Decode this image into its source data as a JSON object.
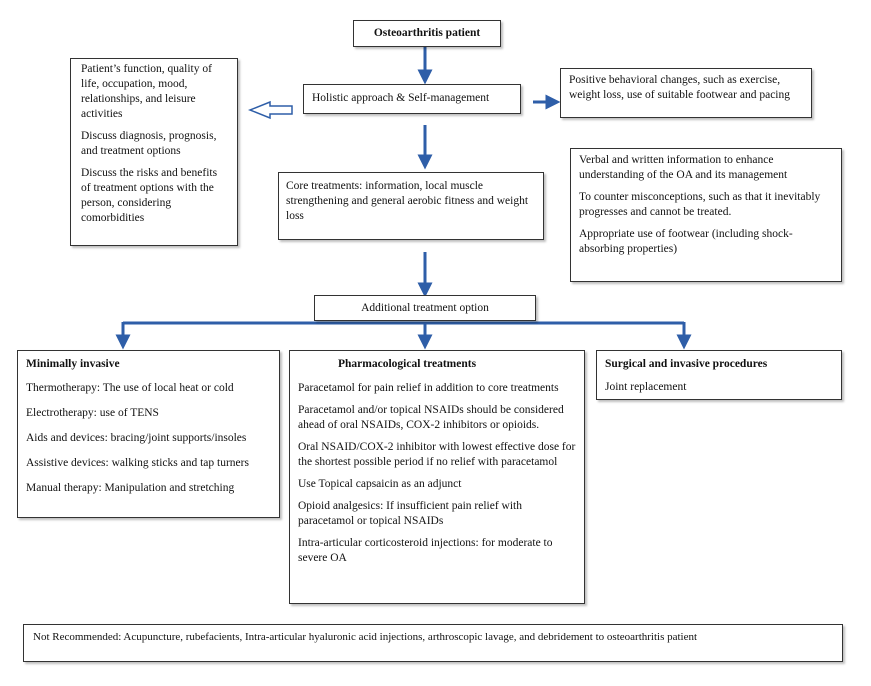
{
  "root": "Osteoarthritis patient",
  "holistic": "Holistic approach & Self-management",
  "left_box": [
    "Patient’s function, quality of life, occupation, mood, relationships, and leisure activities",
    "Discuss diagnosis, prognosis, and treatment options",
    "Discuss the risks and benefits of treatment options with the person, considering comorbidities"
  ],
  "right_top": "Positive behavioral changes, such as exercise, weight loss, use of suitable footwear and pacing",
  "core": "Core treatments: information, local muscle strengthening and general aerobic fitness and weight loss",
  "right_info": [
    "Verbal and written information to enhance understanding of the OA and its management",
    "To counter misconceptions, such as that it inevitably progresses and cannot be treated.",
    "Appropriate use of footwear (including shock-absorbing properties)"
  ],
  "additional": "Additional treatment option",
  "minimal": {
    "title": "Minimally invasive",
    "items": [
      "Thermotherapy:  The use of local heat or cold",
      "Electrotherapy: use of TENS",
      "Aids and devices: bracing/joint supports/insoles",
      "Assistive devices: walking sticks and tap turners",
      "Manual therapy: Manipulation and stretching"
    ]
  },
  "pharma": {
    "title": "Pharmacological treatments",
    "items": [
      "Paracetamol for pain relief in addition to core treatments",
      "Paracetamol and/or topical NSAIDs should be considered ahead of oral NSAIDs, COX-2 inhibitors or opioids.",
      "Oral NSAID/COX-2 inhibitor with lowest effective dose for the shortest possible period if no relief with paracetamol",
      "Use Topical capsaicin as an adjunct",
      "Opioid analgesics: If insufficient pain relief with paracetamol or topical NSAIDs",
      "Intra-articular corticosteroid injections: for moderate to severe OA"
    ]
  },
  "surgical": {
    "title": "Surgical and invasive procedures",
    "items": [
      "Joint replacement"
    ]
  },
  "not_recommended": "Not Recommended:  Acupuncture, rubefacients, Intra-articular hyaluronic acid injections, arthroscopic lavage, and debridement to osteoarthritis patient",
  "colors": {
    "arrow": "#2e5ea8",
    "border": "#333333"
  }
}
